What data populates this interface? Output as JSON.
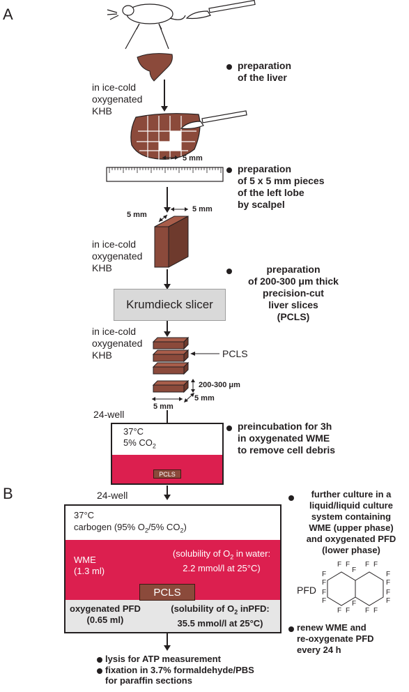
{
  "panel_a": {
    "letter": "A",
    "step1": "preparation\nof the liver",
    "medium1": "in ice-cold\noxygenated\nKHB",
    "dim_5mm_liver": "5 mm",
    "step2": "preparation\nof 5 x 5 mm pieces\nof the left lobe\nby scalpel",
    "block_dim_left": "5 mm",
    "block_dim_top": "5 mm",
    "medium2": "in ice-cold\noxygenated\nKHB",
    "step3": "preparation\nof 200-300 μm thick\nprecision-cut\nliver slices\n(PCLS)",
    "slicer": "Krumdieck slicer",
    "medium3": "in ice-cold\noxygenated\nKHB",
    "pcls_label": "PCLS",
    "slice_thickness": "200-300 μm",
    "slice_depth": "5 mm",
    "slice_width": "5 mm",
    "well_label": "24-well",
    "well_temp": "37°C",
    "well_co2": "5% CO",
    "well_co2_sub": "2",
    "step4": "preincubation for 3h\nin oxygenated WME\nto remove cell debris",
    "chip": "PCLS"
  },
  "panel_b": {
    "letter": "B",
    "well_label": "24-well",
    "temp": "37°C",
    "gas_a": "carbogen (95% O",
    "gas_sub1": "2",
    "gas_b": "/5% CO",
    "gas_sub2": "2",
    "gas_c": ")",
    "wme": "WME\n(1.3 ml)",
    "sol_water_a": "(solubility of O",
    "sol_water_sub": "2",
    "sol_water_b": " in water:",
    "sol_water_c": "2.2 mmol/l at 25°C)",
    "chip": "PCLS",
    "pfd_left": "oxygenated PFD\n(0.65 ml)",
    "sol_pfd_a": "(solubility of O",
    "sol_pfd_sub": "2",
    "sol_pfd_b": " inPFD:",
    "sol_pfd_c": "35.5 mmol/l at 25°C)",
    "culture_note": "further culture in a\nliquid/liquid culture\nsystem containing\nWME (upper phase)\nand oxygenated PFD\n(lower phase)",
    "pfd_formula_label": "PFD",
    "fluorine": "F",
    "renew_note": "renew WME and\nre-oxygenate PFD\nevery 24 h",
    "bullet_atp": "lysis for ATP measurement",
    "bullet_fix": "fixation in 3.7% formaldehyde/PBS\nfor paraffin sections"
  },
  "colors": {
    "liver": "#8b4a3b",
    "medium_red": "#dc1f4f",
    "slicer_gray": "#d9d9d9",
    "pfd_gray": "#e6e6e6"
  }
}
